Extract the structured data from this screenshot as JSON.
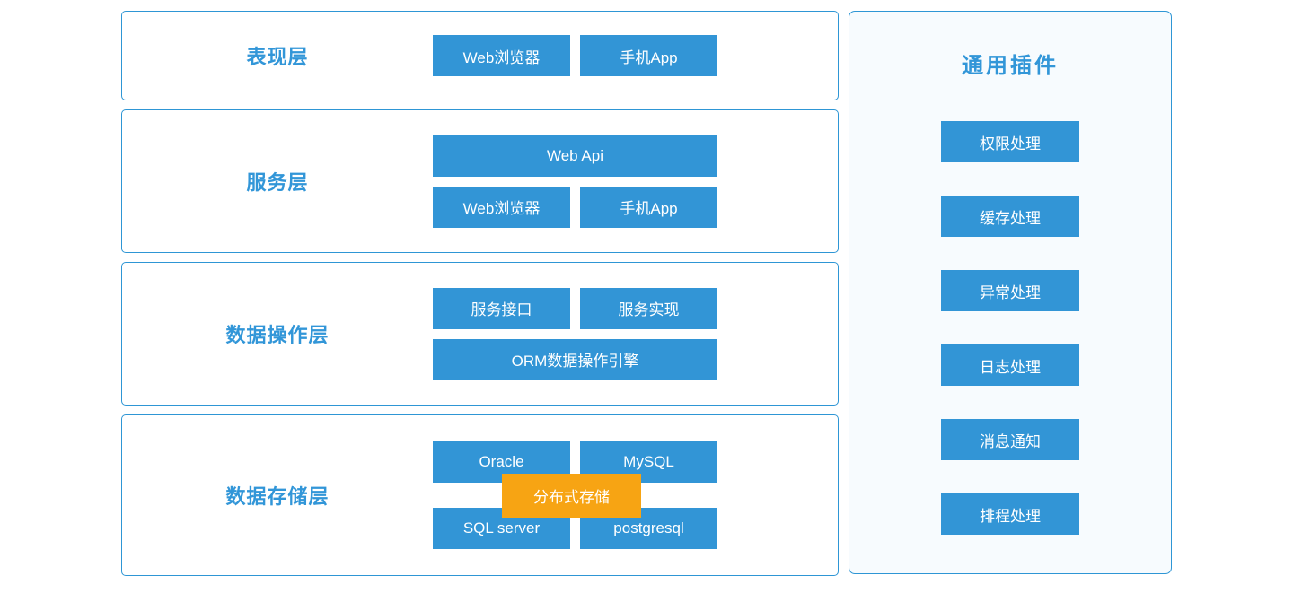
{
  "colors": {
    "node_blue": "#3295d6",
    "border_blue": "#2e96d5",
    "label_blue": "#3296d8",
    "overlay_orange": "#f7a413",
    "panel_bg": "#f7fbfe",
    "node_text": "#ffffff"
  },
  "layers": [
    {
      "label": "表现层",
      "rows": [
        [
          "Web浏览器",
          "手机App"
        ]
      ]
    },
    {
      "label": "服务层",
      "rows": [
        [
          "Web Api"
        ],
        [
          "Web浏览器",
          "手机App"
        ]
      ]
    },
    {
      "label": "数据操作层",
      "rows": [
        [
          "服务接口",
          "服务实现"
        ],
        [
          "ORM数据操作引擎"
        ]
      ]
    },
    {
      "label": "数据存储层",
      "rows": [
        [
          "Oracle",
          "MySQL"
        ],
        [
          "SQL server",
          "postgresql"
        ]
      ],
      "overlay": "分布式存储"
    }
  ],
  "plugins": {
    "title": "通用插件",
    "items": [
      "权限处理",
      "缓存处理",
      "异常处理",
      "日志处理",
      "消息通知",
      "排程处理"
    ]
  }
}
